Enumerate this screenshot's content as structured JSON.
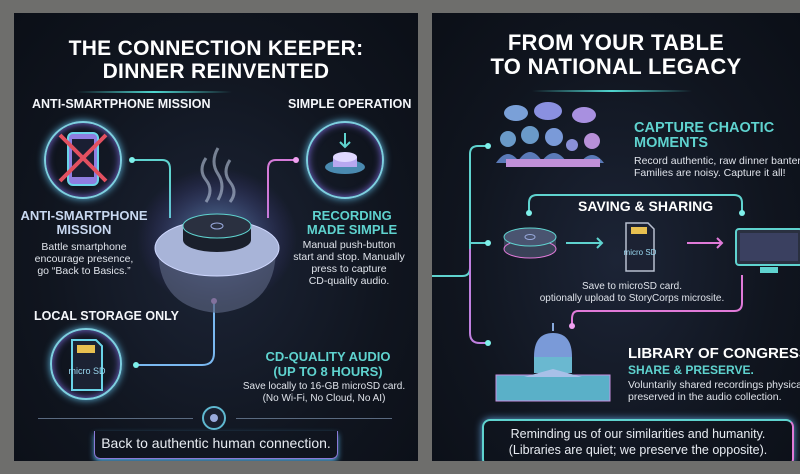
{
  "left_panel": {
    "title_line1": "THE CONNECTION KEEPER:",
    "title_line2": "DINNER REINVENTED",
    "anti_smartphone": {
      "label": "ANTI-SMARTPHONE MISSION",
      "heading_line1": "ANTI-SMARTPHONE",
      "heading_line2": "MISSION",
      "body_lines": [
        "Battle smartphone",
        "encourage presence,",
        "go “Back to Basics.”"
      ]
    },
    "simple_operation": {
      "label": "SIMPLE OPERATION",
      "heading_line1": "RECORDING",
      "heading_line2": "MADE SIMPLE",
      "body_lines": [
        "Manual push-button",
        "start and stop. Manually",
        "press to capture",
        "CD-quality audio."
      ]
    },
    "local_storage": {
      "label": "LOCAL STORAGE ONLY",
      "card_text": "micro SD"
    },
    "cd_quality": {
      "heading_line1": "CD-QUALITY AUDIO",
      "heading_line2": "(UP TO 8 HOURS)",
      "body_lines": [
        "Save locally to 16-GB microSD card.",
        "(No Wi-Fi, No Cloud, No AI)"
      ]
    },
    "footer": "Back to authentic human connection."
  },
  "right_panel": {
    "title_line1": "FROM YOUR TABLE",
    "title_line2": "TO NATIONAL LEGACY",
    "capture": {
      "heading_line1": "CAPTURE CHAOTIC",
      "heading_line2": "MOMENTS",
      "body_lines": [
        "Record authentic, raw dinner banter.",
        "Families are noisy. Capture it all!"
      ]
    },
    "saving": {
      "heading": "SAVING & SHARING",
      "card_text": "micro SD",
      "body_lines": [
        "Save to microSD card.",
        "optionally upload to StoryCorps microsite."
      ]
    },
    "library": {
      "heading": "LIBRARY OF CONGRESS",
      "subheading": "SHARE & PRESERVE.",
      "body_lines": [
        "Voluntarily shared recordings physically",
        "preserved in the audio collection."
      ]
    },
    "footer_lines": [
      "Reminding us of our similarities and humanity.",
      "(Libraries are quiet; we preserve the opposite)."
    ]
  },
  "colors": {
    "teal": "#5fd3cf",
    "pink": "#e07ad8",
    "violet": "#8a7ae0",
    "background": "#10151f"
  }
}
